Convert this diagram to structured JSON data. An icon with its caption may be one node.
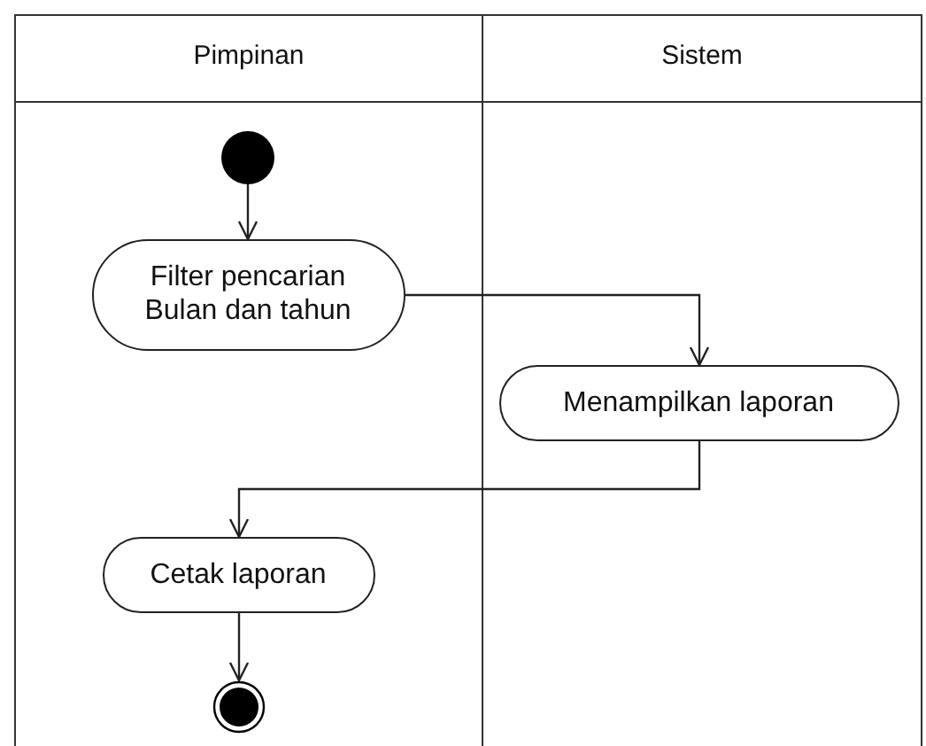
{
  "diagram": {
    "nodes": [
      {
        "text": [
          "Pimpinan"
        ]
      },
      {
        "text": [
          "Sistem"
        ]
      },
      {
        "text": [],
        "shape": "circle",
        "in": 0
      },
      {
        "text": [
          "Filter pencarian Bulan dan tahun"
        ],
        "in": 0
      },
      {
        "text": [
          "Menampilkan laporan"
        ],
        "in": 1
      },
      {
        "text": [
          "Cetak laporan"
        ],
        "in": 0
      },
      {
        "text": [],
        "shape": "circle",
        "in": 0
      }
    ],
    "edges": [
      {
        "from": 2,
        "to": 3,
        "arrow": "to"
      },
      {
        "from": 3,
        "to": 4,
        "arrow": "to"
      },
      {
        "from": 4,
        "to": 5,
        "arrow": "to"
      },
      {
        "from": 5,
        "to": 6,
        "arrow": "to"
      }
    ]
  }
}
